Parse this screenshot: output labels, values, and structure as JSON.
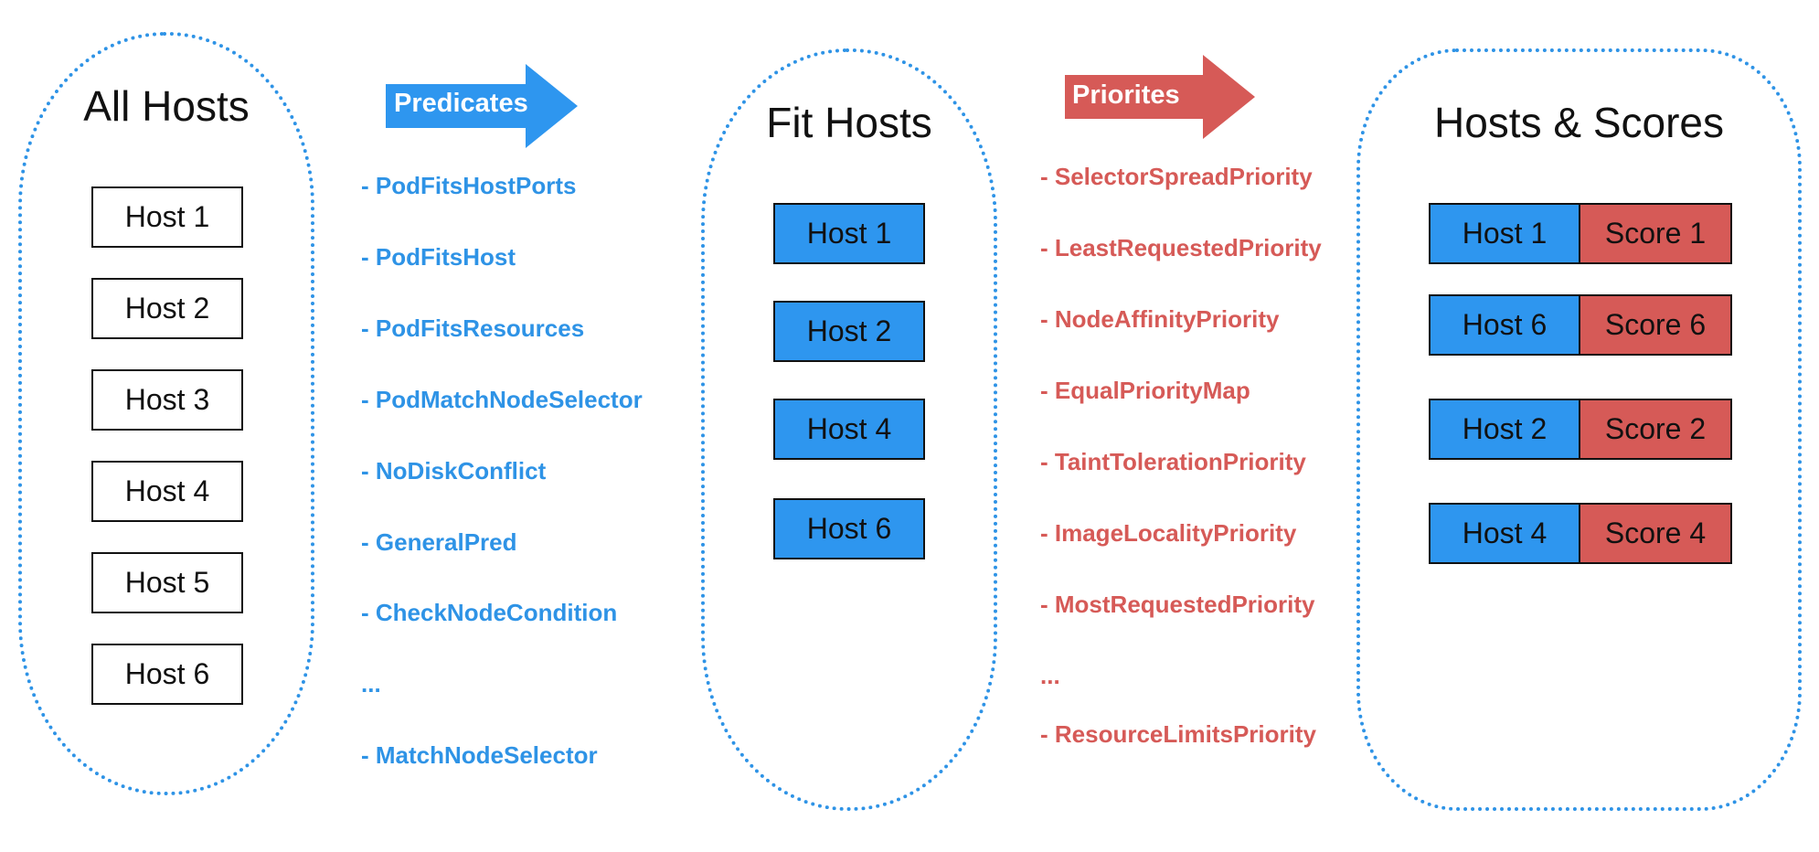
{
  "colors": {
    "predicate_blue": "#2e93e6",
    "host_blue": "#2e96ef",
    "priority_red": "#d65a57"
  },
  "all_hosts": {
    "title": "All Hosts",
    "hosts": [
      "Host 1",
      "Host 2",
      "Host 3",
      "Host 4",
      "Host 5",
      "Host 6"
    ]
  },
  "predicates": {
    "arrow_label": "Predicates",
    "items": [
      "- PodFitsHostPorts",
      "- PodFitsHost",
      "- PodFitsResources",
      "- PodMatchNodeSelector",
      "- NoDiskConflict",
      "- GeneralPred",
      "- CheckNodeCondition",
      "...",
      "- MatchNodeSelector"
    ]
  },
  "fit_hosts": {
    "title": "Fit Hosts",
    "hosts": [
      "Host 1",
      "Host 2",
      "Host 4",
      "Host 6"
    ]
  },
  "priorities": {
    "arrow_label": "Priorites",
    "items": [
      "- SelectorSpreadPriority",
      "- LeastRequestedPriority",
      "- NodeAffinityPriority",
      "- EqualPriorityMap",
      "- TaintTolerationPriority",
      "- ImageLocalityPriority",
      "- MostRequestedPriority",
      "...",
      "- ResourceLimitsPriority"
    ]
  },
  "hosts_scores": {
    "title": "Hosts & Scores",
    "rows": [
      {
        "host": "Host 1",
        "score": "Score 1"
      },
      {
        "host": "Host 6",
        "score": "Score 6"
      },
      {
        "host": "Host 2",
        "score": "Score 2"
      },
      {
        "host": "Host 4",
        "score": "Score 4"
      }
    ]
  }
}
